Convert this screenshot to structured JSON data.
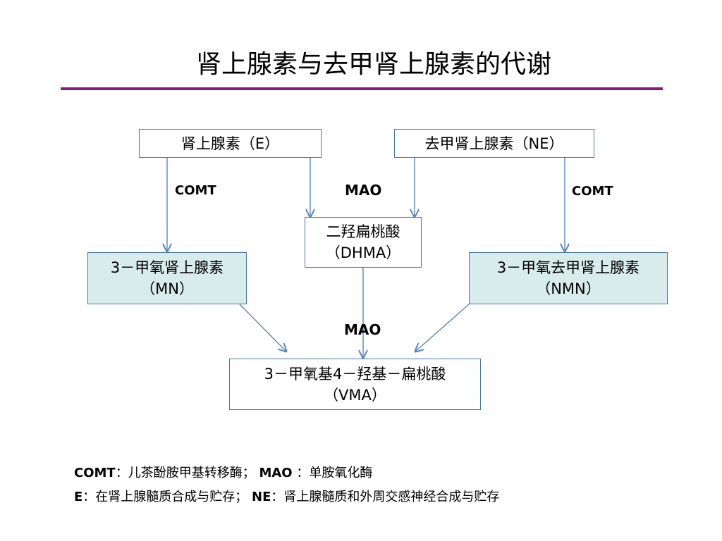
{
  "title": "肾上腺素与去甲肾上腺素的代谢",
  "nodes": {
    "e": {
      "text": "肾上腺素（E）"
    },
    "ne": {
      "text": "去甲肾上腺素（NE）"
    },
    "dhma": {
      "line1": "二羟扁桃酸",
      "line2": "（DHMA）"
    },
    "mn": {
      "line1": "3－甲氧肾上腺素",
      "line2": "（MN）"
    },
    "nmn": {
      "line1": "3－甲氧去甲肾上腺素",
      "line2": "（NMN）"
    },
    "vma": {
      "line1": "3－甲氧基4－羟基－扁桃酸",
      "line2": "（VMA）"
    }
  },
  "edge_labels": {
    "comt_left": "COMT",
    "mao_top": "MAO",
    "comt_right": "COMT",
    "mao_bottom": "MAO"
  },
  "notes": {
    "line1_a_key": "COMT",
    "line1_a_val": "：儿茶酚胺甲基转移酶；",
    "line1_b_key": "MAO",
    "line1_b_val": " ：单胺氧化酶",
    "line2_a_key": "E",
    "line2_a_val": "：在肾上腺髓质合成与贮存；",
    "line2_b_key": "NE",
    "line2_b_val": "：肾上腺髓质和外周交感神经合成与贮存"
  },
  "colors": {
    "accent_rule": "#8b1a80",
    "box_border": "#4a76a8",
    "box_shade": "#d9ecec",
    "arrow": "#5b86b8"
  }
}
